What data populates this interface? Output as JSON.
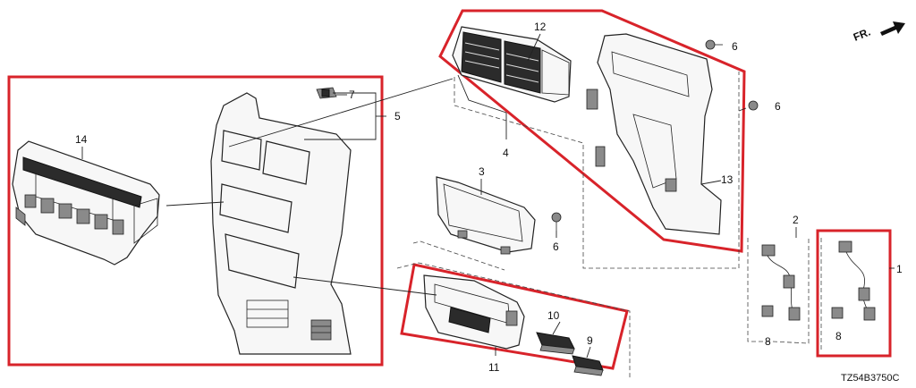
{
  "callouts": {
    "c1": "1",
    "c2": "2",
    "c3": "3",
    "c4": "4",
    "c5": "5",
    "c6a": "6",
    "c6b": "6",
    "c6c": "6",
    "c7": "7",
    "c8a": "8",
    "c8b": "8",
    "c9": "9",
    "c10": "10",
    "c11": "11",
    "c12": "12",
    "c13": "13",
    "c14": "14"
  },
  "orientation_label": "FR.",
  "diagram_code": "TZ54B3750C",
  "colors": {
    "highlight": "#d8232a",
    "line": "#222222",
    "part_fill": "#f7f7f7",
    "part_dark": "#2b2b2b"
  }
}
